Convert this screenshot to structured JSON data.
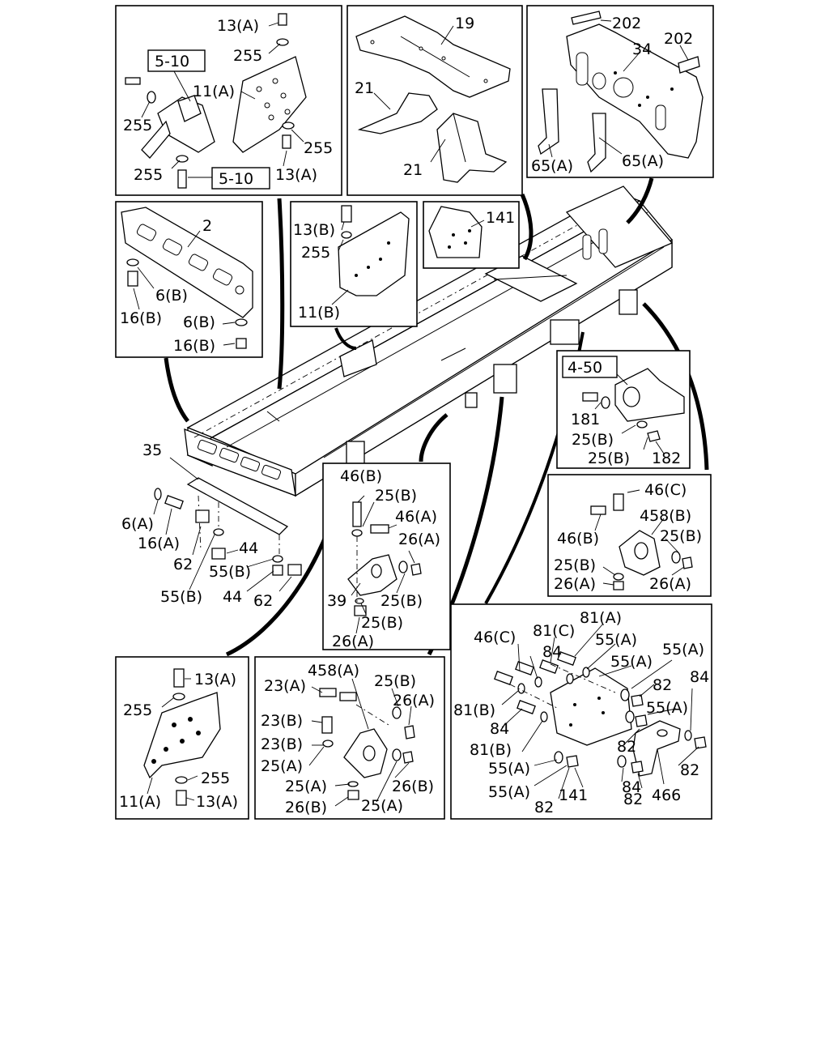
{
  "diagram": {
    "panels": [
      {
        "id": "front-bracket",
        "callouts": [
          "13(A)",
          "255",
          "5-10",
          "11(A)",
          "255",
          "255",
          "255",
          "5-10",
          "13(A)"
        ]
      },
      {
        "id": "crossmember-19",
        "callouts": [
          "19",
          "21",
          "21"
        ]
      },
      {
        "id": "rear-crossmember",
        "callouts": [
          "202",
          "34",
          "202",
          "65(A)",
          "65(A)"
        ]
      },
      {
        "id": "front-crossmember",
        "callouts": [
          "2",
          "6(B)",
          "16(B)",
          "6(B)",
          "16(B)"
        ]
      },
      {
        "id": "side-bracket",
        "callouts": [
          "13(B)",
          "255",
          "11(B)"
        ]
      },
      {
        "id": "bracket-141",
        "callouts": [
          "141"
        ]
      },
      {
        "id": "spring-hanger",
        "callouts": [
          "4-50",
          "181",
          "25(B)",
          "25(B)",
          "182"
        ]
      },
      {
        "id": "bracket-458b",
        "callouts": [
          "46(C)",
          "458(B)",
          "46(B)",
          "25(B)",
          "25(B)",
          "26(A)",
          "26(A)"
        ]
      },
      {
        "id": "bracket-39",
        "callouts": [
          "46(B)",
          "25(B)",
          "46(A)",
          "26(A)",
          "39",
          "25(B)",
          "25(B)",
          "26(A)"
        ]
      },
      {
        "id": "bracket-11a-lower",
        "callouts": [
          "13(A)",
          "255",
          "255",
          "11(A)",
          "13(A)"
        ]
      },
      {
        "id": "bracket-458a",
        "callouts": [
          "458(A)",
          "23(A)",
          "25(B)",
          "26(A)",
          "23(B)",
          "23(B)",
          "25(A)",
          "25(A)",
          "26(B)",
          "26(B)",
          "25(A)"
        ]
      },
      {
        "id": "bracket-466",
        "callouts": [
          "46(C)",
          "81(C)",
          "81(A)",
          "55(A)",
          "84",
          "55(A)",
          "55(A)",
          "82",
          "84",
          "81(B)",
          "55(A)",
          "84",
          "82",
          "81(B)",
          "82",
          "55(A)",
          "84",
          "141",
          "82",
          "466",
          "55(A)",
          "82"
        ]
      },
      {
        "id": "bumper-plate",
        "callouts": [
          "35",
          "6(A)",
          "16(A)",
          "62",
          "44",
          "55(B)",
          "55(B)",
          "44",
          "62"
        ]
      }
    ]
  }
}
